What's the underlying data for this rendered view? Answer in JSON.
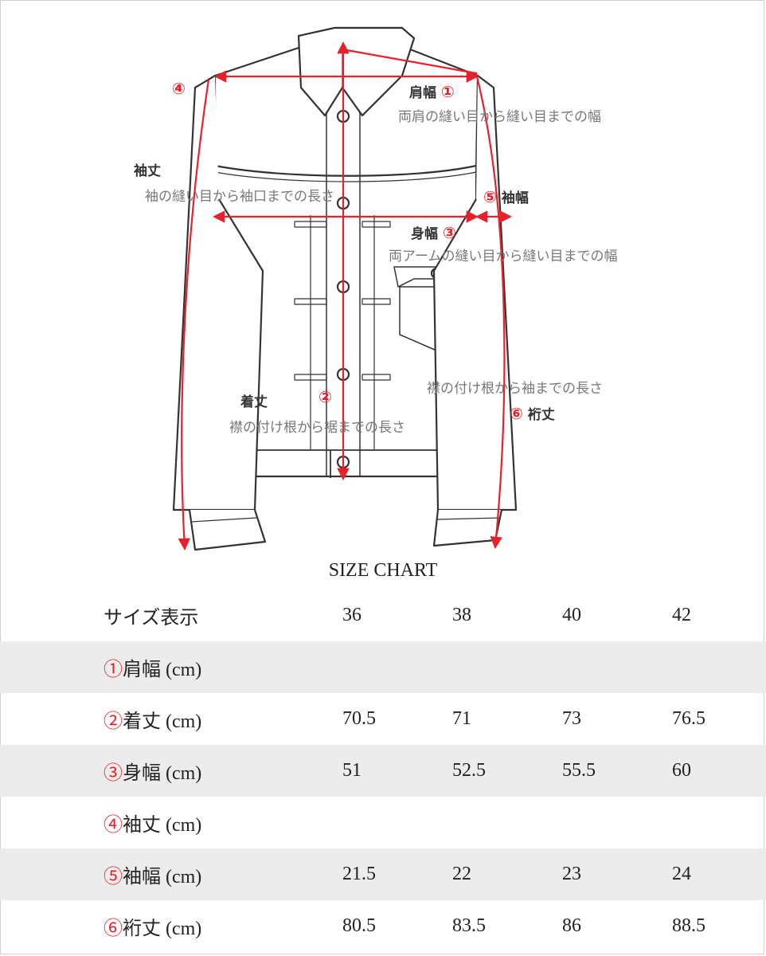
{
  "labels": {
    "shoulder_title": "肩幅",
    "shoulder_num": "①",
    "shoulder_desc": "両肩の縫い目から縫い目までの幅",
    "length_title": "着丈",
    "length_num": "②",
    "length_desc": "襟の付け根から裾までの長さ",
    "chest_title": "身幅",
    "chest_num": "③",
    "chest_desc": "両アームの縫い目から縫い目までの幅",
    "sleeve_title": "袖丈",
    "sleeve_num": "④",
    "sleeve_desc": "袖の縫い目から袖口までの長さ",
    "sleevew_title": "袖幅",
    "sleevew_num": "⑤",
    "yuki_title": "裄丈",
    "yuki_num": "⑥",
    "yuki_desc": "襟の付け根から袖までの長さ"
  },
  "colors": {
    "accent": "#e8202b",
    "row_alt": "#ececec"
  },
  "table": {
    "title": "SIZE CHART",
    "header": {
      "label": "サイズ表示",
      "sizes": [
        "36",
        "38",
        "40",
        "42"
      ]
    },
    "rows": [
      {
        "num": "①",
        "label": "肩幅 (cm)",
        "values": [
          "",
          "",
          "",
          ""
        ]
      },
      {
        "num": "②",
        "label": "着丈 (cm)",
        "values": [
          "70.5",
          "71",
          "73",
          "76.5"
        ]
      },
      {
        "num": "③",
        "label": "身幅 (cm)",
        "values": [
          "51",
          "52.5",
          "55.5",
          "60"
        ]
      },
      {
        "num": "④",
        "label": "袖丈 (cm)",
        "values": [
          "",
          "",
          "",
          ""
        ]
      },
      {
        "num": "⑤",
        "label": "袖幅 (cm)",
        "values": [
          "21.5",
          "22",
          "23",
          "24"
        ]
      },
      {
        "num": "⑥",
        "label": "裄丈 (cm)",
        "values": [
          "80.5",
          "83.5",
          "86",
          "88.5"
        ]
      }
    ]
  }
}
